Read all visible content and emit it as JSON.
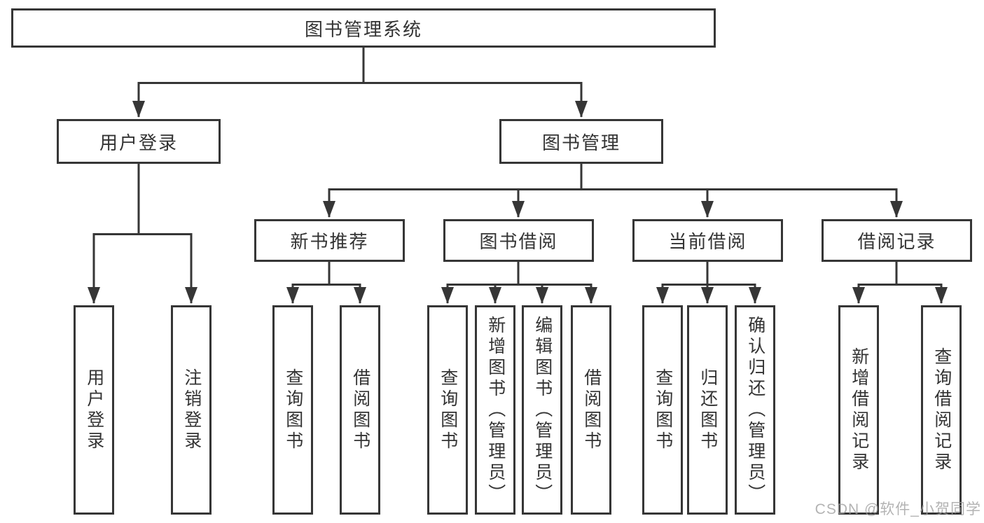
{
  "watermark": "CSDN @软件_小贺同学",
  "tree": {
    "root": {
      "label": "图书管理系统",
      "children": [
        {
          "label": "用户登录",
          "children": [
            {
              "label": "用户登录"
            },
            {
              "label": "注销登录"
            }
          ]
        },
        {
          "label": "图书管理",
          "children": [
            {
              "label": "新书推荐",
              "children": [
                {
                  "label": "查询图书"
                },
                {
                  "label": "借阅图书"
                }
              ]
            },
            {
              "label": "图书借阅",
              "children": [
                {
                  "label": "查询图书"
                },
                {
                  "label": "新增图书（管理员）"
                },
                {
                  "label": "编辑图书（管理员）"
                },
                {
                  "label": "借阅图书"
                }
              ]
            },
            {
              "label": "当前借阅",
              "children": [
                {
                  "label": "查询图书"
                },
                {
                  "label": "归还图书"
                },
                {
                  "label": "确认归还（管理员）"
                }
              ]
            },
            {
              "label": "借阅记录",
              "children": [
                {
                  "label": "新增借阅记录"
                },
                {
                  "label": "查询借阅记录"
                }
              ]
            }
          ]
        }
      ]
    }
  },
  "colors": {
    "line": "#363636",
    "text": "#333333",
    "watermark": "#a0a0a0",
    "background": "#ffffff"
  }
}
